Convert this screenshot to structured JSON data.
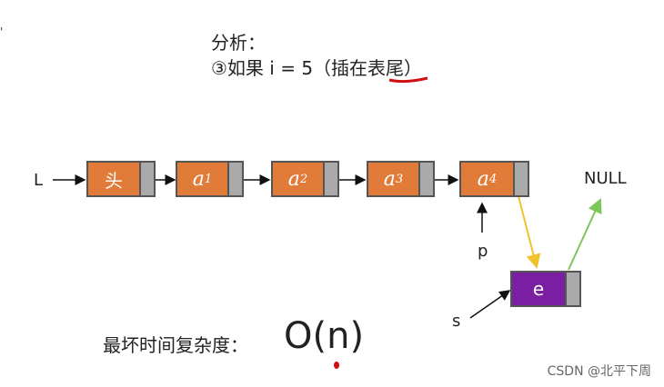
{
  "title": {
    "line1": "分析：",
    "line2_prefix": "③如果 i = 5（插在",
    "line2_underlined": "表尾",
    "line2_suffix": "）"
  },
  "list_head_label": "L",
  "nodes": [
    {
      "label": "头",
      "sub": ""
    },
    {
      "label": "a",
      "sub": "1"
    },
    {
      "label": "a",
      "sub": "2"
    },
    {
      "label": "a",
      "sub": "3"
    },
    {
      "label": "a",
      "sub": "4"
    }
  ],
  "new_node": {
    "label": "e"
  },
  "pointer_p_label": "p",
  "pointer_s_label": "s",
  "null_label": "NULL",
  "complexity": {
    "label": "最坏时间复杂度：",
    "value": "O(n)"
  },
  "footer": "CSDN @北平下周",
  "colors": {
    "node_fill": "#e07b39",
    "new_node_fill": "#7a1fa2",
    "pointer_cell": "#aaaaaa",
    "yellow_arrow": "#f2c12e",
    "green_arrow": "#7cc65a",
    "annotation_red": "#d01010"
  }
}
